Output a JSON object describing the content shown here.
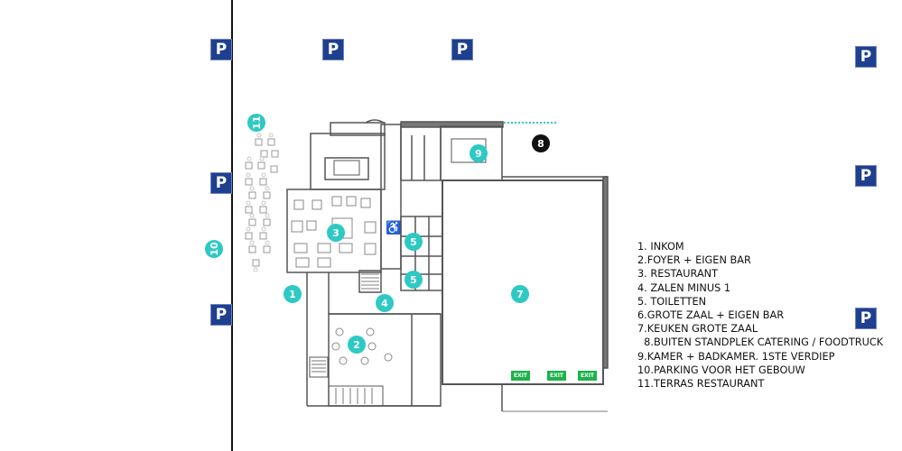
{
  "parking_label": "P",
  "markers": {
    "m1": "1",
    "m2": "2",
    "m3": "3",
    "m4": "4",
    "m5a": "5",
    "m5b": "5",
    "m7": "7",
    "m8": "8",
    "m9": "9",
    "m10": "10",
    "m11": "11"
  },
  "legend": [
    "1. INKOM",
    "2.FOYER + EIGEN BAR",
    "3. RESTAURANT",
    "4. ZALEN MINUS 1",
    "5. TOILETTEN",
    "6.GROTE ZAAL + EIGEN BAR",
    "7.KEUKEN GROTE ZAAL",
    "  8.BUITEN STANDPLEK CATERING / FOODTRUCK",
    "9.KAMER + BADKAMER. 1STE VERDIEP",
    "10.PARKING VOOR HET GEBOUW",
    "11.TERRAS RESTAURANT"
  ],
  "exit_label": "EXIT",
  "colors": {
    "parking": "#1f3f8f",
    "marker": "#2ec9c4",
    "marker_dark": "#111111",
    "exit": "#1db24a",
    "walls": "#555555"
  }
}
